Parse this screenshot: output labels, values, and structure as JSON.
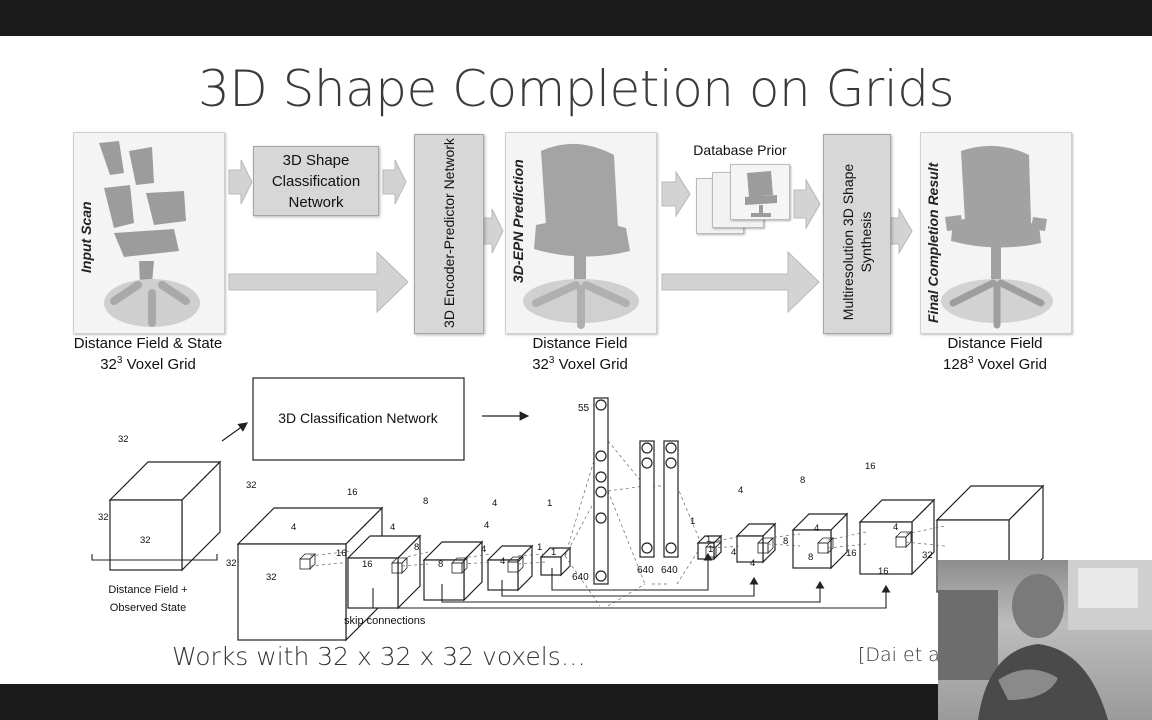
{
  "slide": {
    "title": "3D Shape Completion on Grids",
    "bottom_text": "Works with 32 x 32 x 32 voxels…",
    "citation": "[Dai et a"
  },
  "pipeline": {
    "input_label": "Input Scan",
    "classification_box": "3D Shape Classification Network",
    "encoder_box": "3D Encoder-Predictor Network",
    "epn_label": "3D-EPN Prediction",
    "database_prior": "Database Prior",
    "synthesis_box": "Multiresolution 3D Shape Synthesis",
    "final_label": "Final Completion Result",
    "caption_input_1": "Distance Field & State",
    "caption_input_2_base": "32",
    "caption_input_2_sup": "3",
    "caption_input_2_rest": " Voxel Grid",
    "caption_mid_1": "Distance Field",
    "caption_mid_2_base": "32",
    "caption_mid_2_sup": "3",
    "caption_mid_2_rest": " Voxel Grid",
    "caption_final_1": "Distance Field",
    "caption_final_2_base": "128",
    "caption_final_2_sup": "3",
    "caption_final_2_rest": " Voxel Grid"
  },
  "network": {
    "classification_box": "3D Classification Network",
    "input_caption_1": "Distance Field +",
    "input_caption_2": "Observed State",
    "skip_connections": "skip connections",
    "fc_top": "55",
    "fc_sizes": [
      "640",
      "640",
      "640"
    ],
    "labels": [
      "32",
      "32",
      "32",
      "32",
      "32",
      "32",
      "4",
      "16",
      "16",
      "16",
      "4",
      "8",
      "8",
      "8",
      "4",
      "4",
      "4",
      "4",
      "1",
      "1",
      "1",
      "1",
      "1",
      "1",
      "4",
      "4",
      "4",
      "8",
      "8",
      "8",
      "4",
      "16",
      "16",
      "16",
      "4",
      "32",
      "32"
    ]
  },
  "colors": {
    "slide_bg": "#ffffff",
    "frame_bg": "#1b1b1b",
    "gray_box": "#d7d7d7",
    "arrow_gray": "#d3d3d3"
  }
}
